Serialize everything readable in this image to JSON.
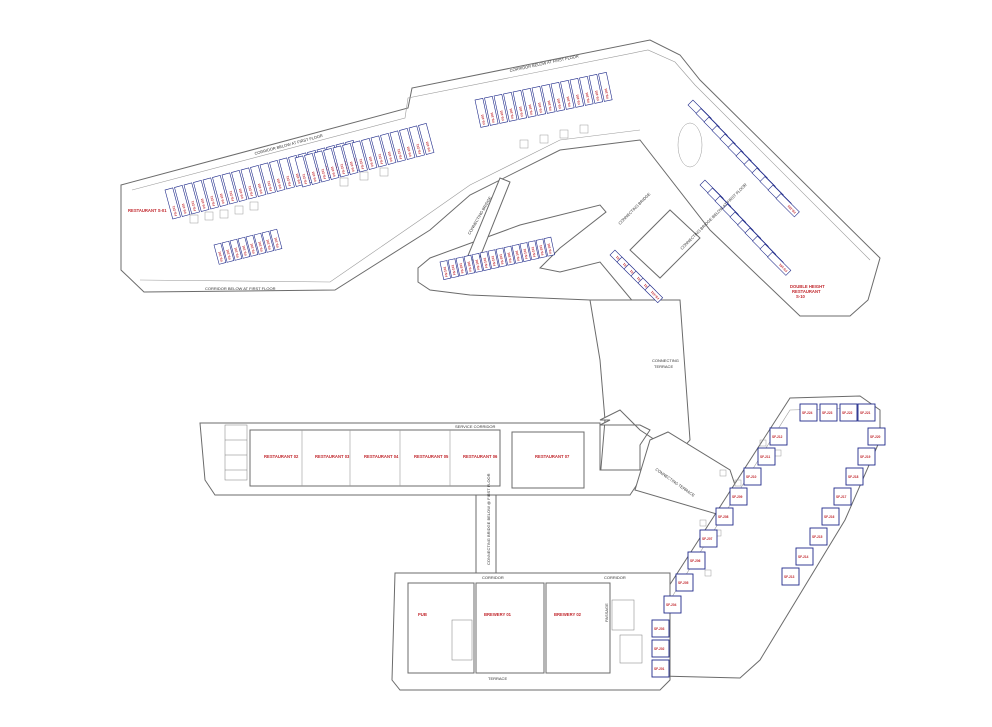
{
  "labels": {
    "corridor_below_top": "CORRIDOR BELOW AT FIRST FLOOR",
    "corridor_below_left": "CORRIDOR BELOW AT FIRST FLOOR",
    "corridor_below_bottom": "CORRIDOR BELOW AT FIRST FLOOR",
    "connecting_bridge_left": "CONNECTING BRIDGE",
    "connecting_bridge_top": "CONNECTING BRIDGE",
    "connecting_bridge_right": "CONNECTING BRIDGE BELOW AT FIRST FLOOR",
    "connecting_terrace_1": "CONNECTING",
    "connecting_terrace_2": "TERRACE",
    "connecting_terrace_diag": "CONNECTING TERRACE",
    "service_corridor": "SERVICE CORRIDOR",
    "bridge_below": "CONNECTING BRIDGE BELOW @ FIRST FLOOR",
    "corridor_1": "CORRIDOR",
    "corridor_2": "CORRIDOR",
    "terrace": "TERRACE",
    "passage": "PASSAGE"
  },
  "rooms": {
    "restaurant_left": "RESTAURANT S-01",
    "restaurant_double_1": "DOUBLE HEIGHT",
    "restaurant_double_2": "RESTAURANT",
    "restaurant_double_3": "S-10",
    "restaurants_row": [
      "RESTAURANT 02",
      "RESTAURANT 03",
      "RESTAURANT 04",
      "RESTAURANT 05",
      "RESTAURANT 06",
      "RESTAURANT 07"
    ],
    "pub": "PUB",
    "brewery_1": "BREWERY 01",
    "brewery_2": "BREWERY 02"
  },
  "shop_code": "FS-101",
  "sf_units": [
    "SF-224",
    "SF-223",
    "SF-222",
    "SF-221",
    "SF-220",
    "SF-219",
    "SF-218",
    "SF-217",
    "SF-216",
    "SF-215",
    "SF-214",
    "SF-213",
    "SF-212",
    "SF-211",
    "SF-210",
    "SF-209",
    "SF-208",
    "SF-207",
    "SF-206",
    "SF-205",
    "SF-204",
    "SF-203",
    "SF-202",
    "SF-201"
  ]
}
